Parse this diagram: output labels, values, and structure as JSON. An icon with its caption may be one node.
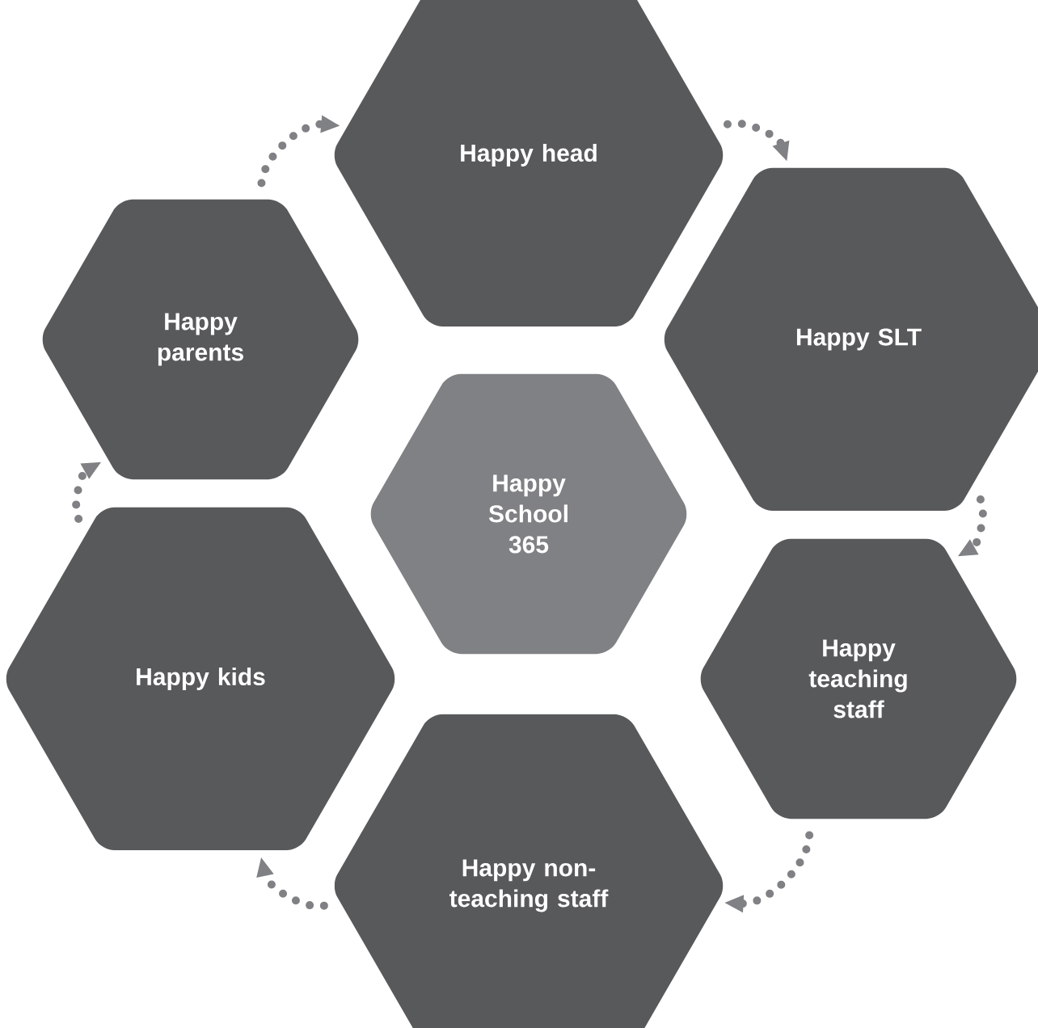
{
  "diagram": {
    "nodes": [
      {
        "text": [
          "Happy head"
        ]
      },
      {
        "text": [
          "Happy SLT"
        ]
      },
      {
        "text": [
          "Happy teaching staff"
        ]
      },
      {
        "text": [
          "Happy non-teaching staff"
        ]
      },
      {
        "text": [
          "Happy kids"
        ]
      },
      {
        "text": [
          "Happy parents"
        ]
      },
      {
        "text": [
          "Happy School 365"
        ]
      }
    ],
    "edges": [
      {
        "from": 0,
        "to": 1,
        "arrow": "to"
      },
      {
        "from": 1,
        "to": 2,
        "arrow": "to"
      },
      {
        "from": 2,
        "to": 3,
        "arrow": "to"
      },
      {
        "from": 3,
        "to": 4,
        "arrow": "to"
      },
      {
        "from": 4,
        "to": 5,
        "arrow": "to"
      },
      {
        "from": 5,
        "to": 0,
        "arrow": "to"
      }
    ]
  }
}
